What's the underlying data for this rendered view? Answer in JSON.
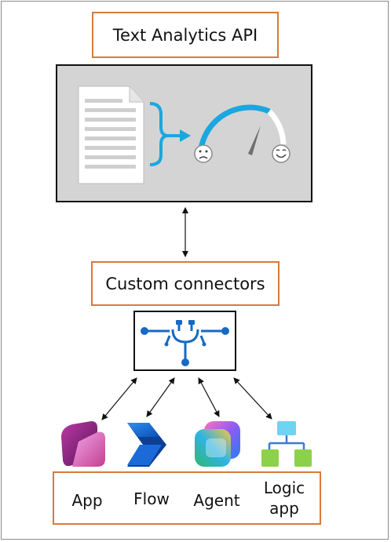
{
  "diagram": {
    "title": "Text Analytics API",
    "connectors_label": "Custom connectors",
    "apps": [
      {
        "label": "App",
        "icon": "power-apps-icon"
      },
      {
        "label": "Flow",
        "icon": "power-automate-icon"
      },
      {
        "label": "Agent",
        "icon": "copilot-studio-icon"
      },
      {
        "label": "Logic app",
        "icon": "logic-apps-icon"
      }
    ]
  },
  "colors": {
    "box_border": "#d87a3e",
    "panel_bg": "#d4d4d4",
    "accent_blue": "#1aa7e0",
    "connector_blue": "#1769c4"
  }
}
